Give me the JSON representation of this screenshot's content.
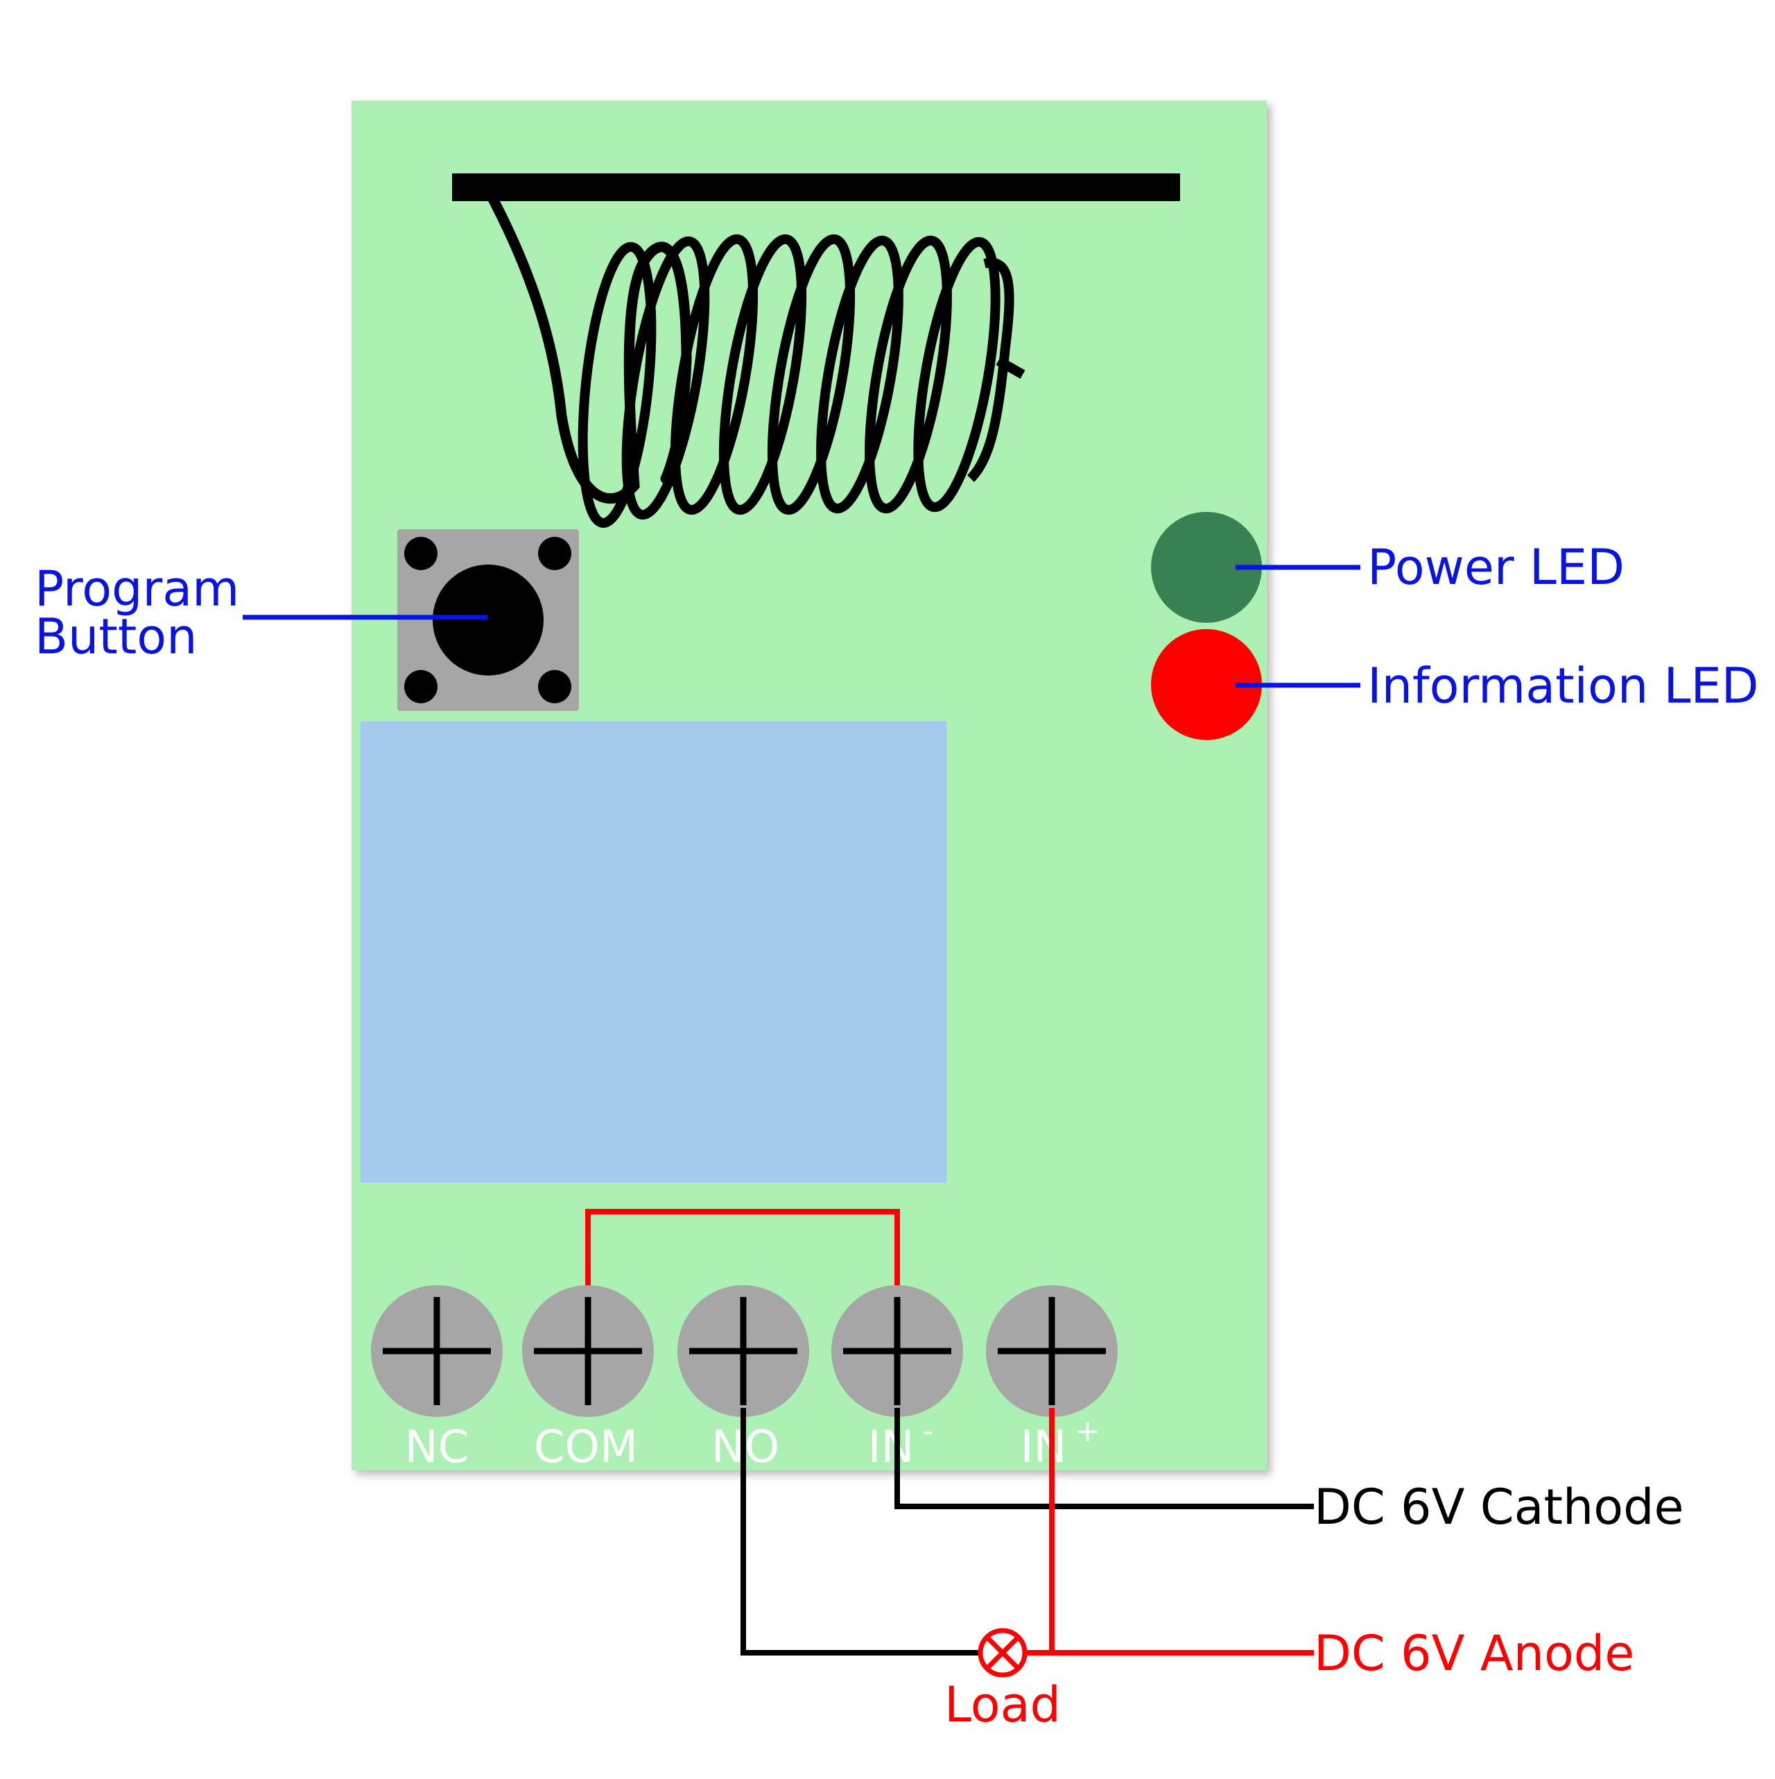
{
  "labels": {
    "program_button": [
      "Program",
      "Button"
    ],
    "power_led": "Power LED",
    "information_led": "Information LED",
    "dc_cathode": "DC 6V Cathode",
    "dc_anode": "DC 6V Anode",
    "load": "Load"
  },
  "terminals": [
    {
      "label": "NC",
      "sup": ""
    },
    {
      "label": "COM",
      "sup": ""
    },
    {
      "label": "NO",
      "sup": ""
    },
    {
      "label": "IN",
      "sup": "-"
    },
    {
      "label": "IN",
      "sup": "+"
    }
  ],
  "colors": {
    "board": "#adf0b4",
    "relay": "#a5caee",
    "button_base": "#a6a6a6",
    "terminal": "#a6a6a6",
    "power_led": "#378154",
    "information_led": "#ff0000",
    "callout": "#0a14e0",
    "wire_red": "#ff0000",
    "wire_black": "#000000"
  },
  "icons": {
    "antenna": "coil-antenna-icon",
    "load": "lamp-symbol-icon"
  }
}
